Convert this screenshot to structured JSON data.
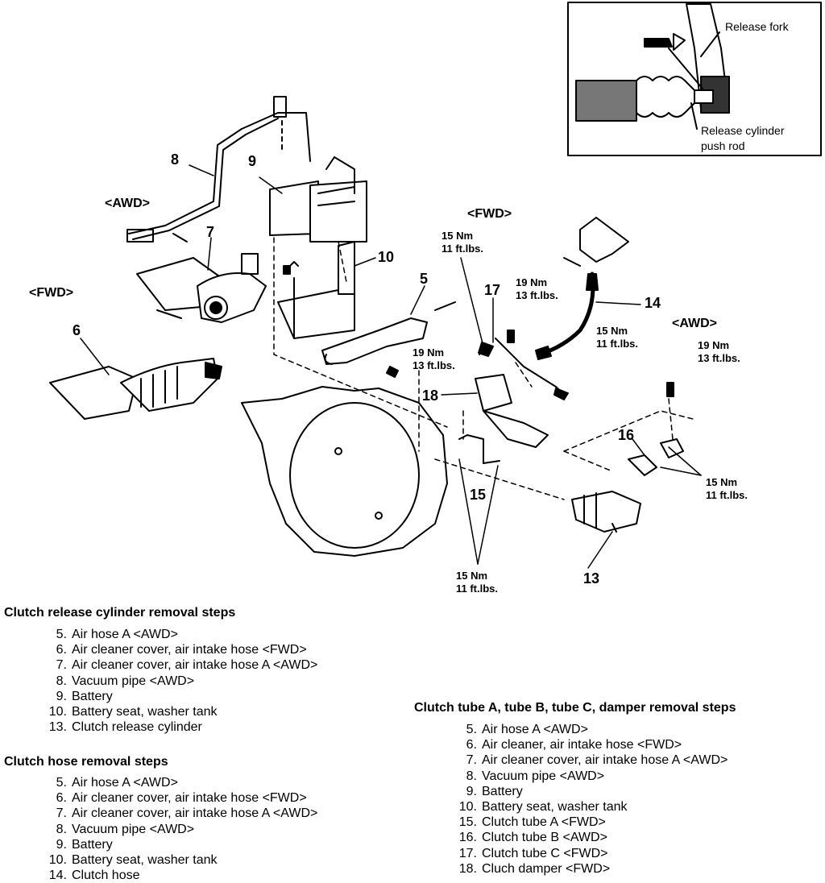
{
  "inset": {
    "release_fork": "Release fork",
    "push_rod_line1": "Release cylinder",
    "push_rod_line2": "push rod"
  },
  "callouts": {
    "c5": "5",
    "c6": "6",
    "c7": "7",
    "c8": "8",
    "c9": "9",
    "c10": "10",
    "c13": "13",
    "c14": "14",
    "c15": "15",
    "c16": "16",
    "c17": "17",
    "c18": "18"
  },
  "variants": {
    "awd_left": "<AWD>",
    "fwd_left": "<FWD>",
    "fwd_center": "<FWD>",
    "awd_right": "<AWD>"
  },
  "torques": {
    "t1": {
      "nm": "15 Nm",
      "ft": "11 ft.lbs."
    },
    "t2": {
      "nm": "19 Nm",
      "ft": "13 ft.lbs."
    },
    "t3": {
      "nm": "19 Nm",
      "ft": "13 ft.lbs."
    },
    "t4": {
      "nm": "15 Nm",
      "ft": "11 ft.lbs."
    },
    "t5": {
      "nm": "19 Nm",
      "ft": "13 ft.lbs."
    },
    "t6": {
      "nm": "15 Nm",
      "ft": "11 ft.lbs."
    },
    "t7": {
      "nm": "15 Nm",
      "ft": "11 ft.lbs."
    }
  },
  "sections": {
    "release": {
      "title": "Clutch release cylinder removal steps",
      "steps": [
        {
          "num": "5.",
          "text": "Air hose A <AWD>"
        },
        {
          "num": "6.",
          "text": "Air cleaner cover, air intake hose <FWD>"
        },
        {
          "num": "7.",
          "text": "Air cleaner cover, air intake hose A <AWD>"
        },
        {
          "num": "8.",
          "text": "Vacuum pipe <AWD>"
        },
        {
          "num": "9.",
          "text": "Battery"
        },
        {
          "num": "10.",
          "text": "Battery seat, washer tank"
        },
        {
          "num": "13.",
          "text": "Clutch release cylinder"
        }
      ]
    },
    "hose": {
      "title": "Clutch hose removal steps",
      "steps": [
        {
          "num": "5.",
          "text": "Air hose A <AWD>"
        },
        {
          "num": "6.",
          "text": "Air cleaner cover, air intake hose <FWD>"
        },
        {
          "num": "7.",
          "text": "Air cleaner cover, air intake hose A <AWD>"
        },
        {
          "num": "8.",
          "text": "Vacuum pipe <AWD>"
        },
        {
          "num": "9.",
          "text": "Battery"
        },
        {
          "num": "10.",
          "text": "Battery seat, washer tank"
        },
        {
          "num": "14.",
          "text": "Clutch hose"
        }
      ]
    },
    "tubes": {
      "title": "Clutch tube A, tube B, tube C, damper removal steps",
      "steps": [
        {
          "num": "5.",
          "text": "Air hose A <AWD>"
        },
        {
          "num": "6.",
          "text": "Air cleaner, air intake hose <FWD>"
        },
        {
          "num": "7.",
          "text": "Air cleaner cover, air intake hose A <AWD>"
        },
        {
          "num": "8.",
          "text": "Vacuum pipe <AWD>"
        },
        {
          "num": "9.",
          "text": "Battery"
        },
        {
          "num": "10.",
          "text": "Battery seat, washer tank"
        },
        {
          "num": "15.",
          "text": "Clutch tube A <FWD>"
        },
        {
          "num": "16.",
          "text": "Clutch tube B <AWD>"
        },
        {
          "num": "17.",
          "text": "Clutch tube C <FWD>"
        },
        {
          "num": "18.",
          "text": "Cluch damper <FWD>"
        }
      ]
    }
  }
}
